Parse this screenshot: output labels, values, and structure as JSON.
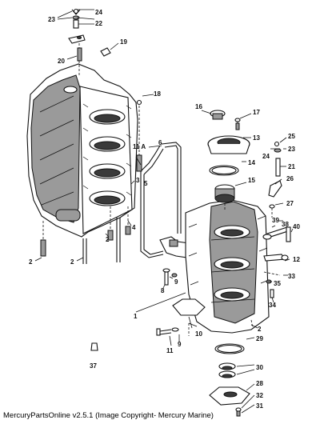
{
  "diagram": {
    "callouts": [
      {
        "id": "c24a",
        "text": "24"
      },
      {
        "id": "c23a",
        "text": "23"
      },
      {
        "id": "c22",
        "text": "22"
      },
      {
        "id": "c19",
        "text": "19"
      },
      {
        "id": "c20",
        "text": "20"
      },
      {
        "id": "c18",
        "text": "18"
      },
      {
        "id": "c16",
        "text": "16"
      },
      {
        "id": "c17",
        "text": "17"
      },
      {
        "id": "c13",
        "text": "13"
      },
      {
        "id": "c25",
        "text": "25"
      },
      {
        "id": "c24b",
        "text": "24"
      },
      {
        "id": "c23b",
        "text": "23"
      },
      {
        "id": "c21",
        "text": "21"
      },
      {
        "id": "c6",
        "text": "6"
      },
      {
        "id": "c11a",
        "text": "11 A"
      },
      {
        "id": "c14",
        "text": "14"
      },
      {
        "id": "c15",
        "text": "15"
      },
      {
        "id": "c26",
        "text": "26"
      },
      {
        "id": "c27",
        "text": "27"
      },
      {
        "id": "c3",
        "text": "3"
      },
      {
        "id": "c4",
        "text": "4"
      },
      {
        "id": "c5",
        "text": "5"
      },
      {
        "id": "c39",
        "text": "39"
      },
      {
        "id": "c38",
        "text": "38"
      },
      {
        "id": "c40",
        "text": "40"
      },
      {
        "id": "c2a",
        "text": "2"
      },
      {
        "id": "c2b",
        "text": "2"
      },
      {
        "id": "c2c",
        "text": "2"
      },
      {
        "id": "c12",
        "text": "12"
      },
      {
        "id": "c9a",
        "text": "9"
      },
      {
        "id": "c8",
        "text": "8"
      },
      {
        "id": "c35",
        "text": "35"
      },
      {
        "id": "c33",
        "text": "33"
      },
      {
        "id": "c34",
        "text": "34"
      },
      {
        "id": "c1",
        "text": "1"
      },
      {
        "id": "c10",
        "text": "10"
      },
      {
        "id": "c2d",
        "text": "2"
      },
      {
        "id": "c11",
        "text": "11"
      },
      {
        "id": "c9b",
        "text": "9"
      },
      {
        "id": "c29",
        "text": "29"
      },
      {
        "id": "c37",
        "text": "37"
      },
      {
        "id": "c30",
        "text": "30"
      },
      {
        "id": "c28",
        "text": "28"
      },
      {
        "id": "c32",
        "text": "32"
      },
      {
        "id": "c31",
        "text": "31"
      }
    ]
  },
  "footer": {
    "text": "MercuryPartsOnline v2.5.1 (Image Copyright- Mercury Marine)"
  }
}
